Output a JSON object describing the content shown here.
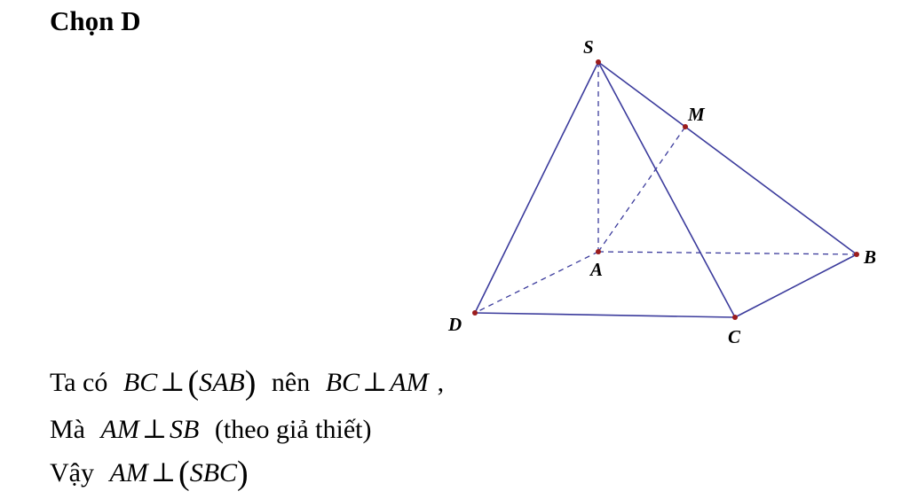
{
  "heading": "Chọn D",
  "figure": {
    "colors": {
      "edge": "#3b3b9c",
      "vertex": "#9b1c1c"
    },
    "points": {
      "S": "S",
      "M": "M",
      "A": "A",
      "B": "B",
      "C": "C",
      "D": "D"
    }
  },
  "lines": {
    "l1": {
      "prefix": "Ta có",
      "bc": "BC",
      "perp": "⊥",
      "sab": "SAB",
      "mid": "nên",
      "bc2": "BC",
      "perp2": "⊥",
      "am": "AM",
      "suffix": ","
    },
    "l2": {
      "prefix": "Mà",
      "am": "AM",
      "perp": "⊥",
      "sb": "SB",
      "suffix": "(theo giả thiết)"
    },
    "l3": {
      "prefix": "Vậy",
      "am": "AM",
      "perp": "⊥",
      "sbc": "SBC"
    }
  }
}
